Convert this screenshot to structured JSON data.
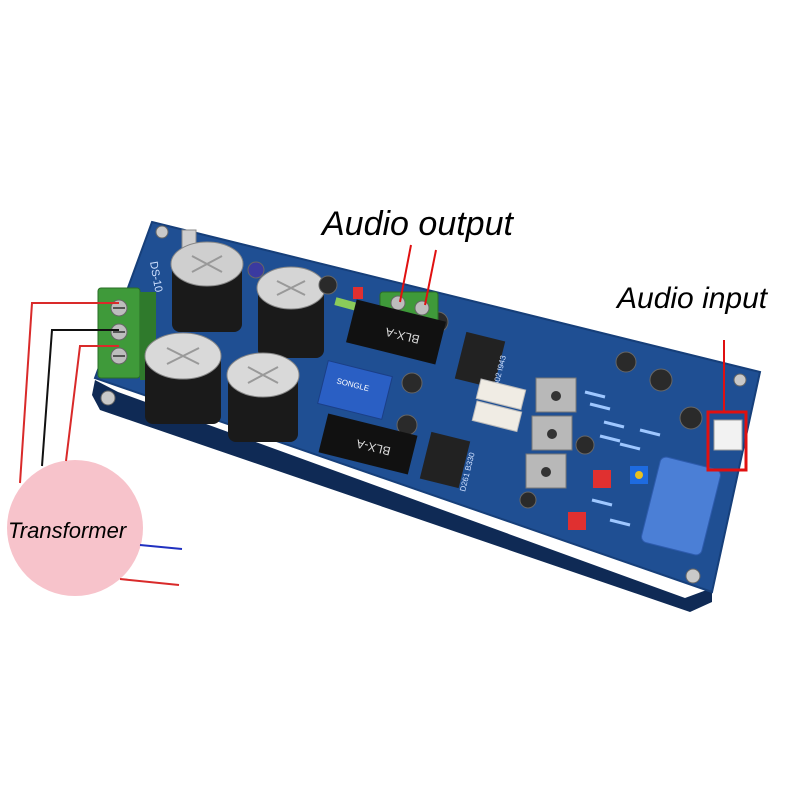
{
  "annotations": {
    "audio_output": "Audio output",
    "audio_input": "Audio input",
    "transformer": "Transformer"
  },
  "colors": {
    "pcb": "#1f4f93",
    "pcb_dark": "#16396d",
    "terminal_green": "#3f9a3a",
    "wire_red": "#d92a2a",
    "wire_black": "#111111",
    "wire_blue": "#2030c0",
    "transformer_pink": "#f7c3cb",
    "highlight_box": "#e01010"
  },
  "board_markings": {
    "relay_brand": "SONGLE",
    "resistor_top": "BLX-A",
    "resistor_bottom": "BLX-A",
    "transistor_top": "D502 I943",
    "transistor_bottom": "D261 B330",
    "board_id": "DS-10"
  }
}
